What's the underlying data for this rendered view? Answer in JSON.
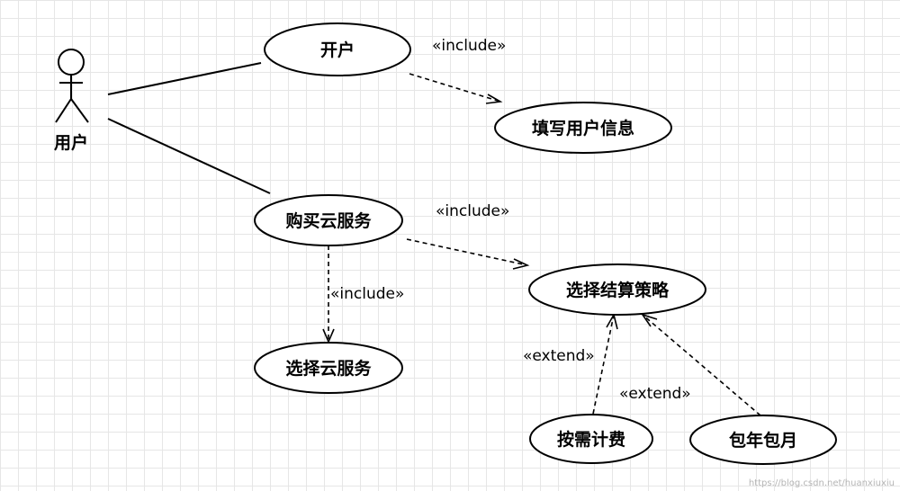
{
  "actor": {
    "label": "用户"
  },
  "use_cases": {
    "open_account": "开户",
    "fill_user_info": "填写用户信息",
    "buy_cloud": "购买云服务",
    "choose_cloud": "选择云服务",
    "choose_billing": "选择结算策略",
    "on_demand": "按需计费",
    "yearly_monthly": "包年包月"
  },
  "stereotypes": {
    "include_open": "«include»",
    "include_buy_billing": "«include»",
    "include_buy_choose": "«include»",
    "extend_on_demand": "«extend»",
    "extend_yearly": "«extend»"
  },
  "watermark": "https://blog.csdn.net/huanxiuxiu"
}
